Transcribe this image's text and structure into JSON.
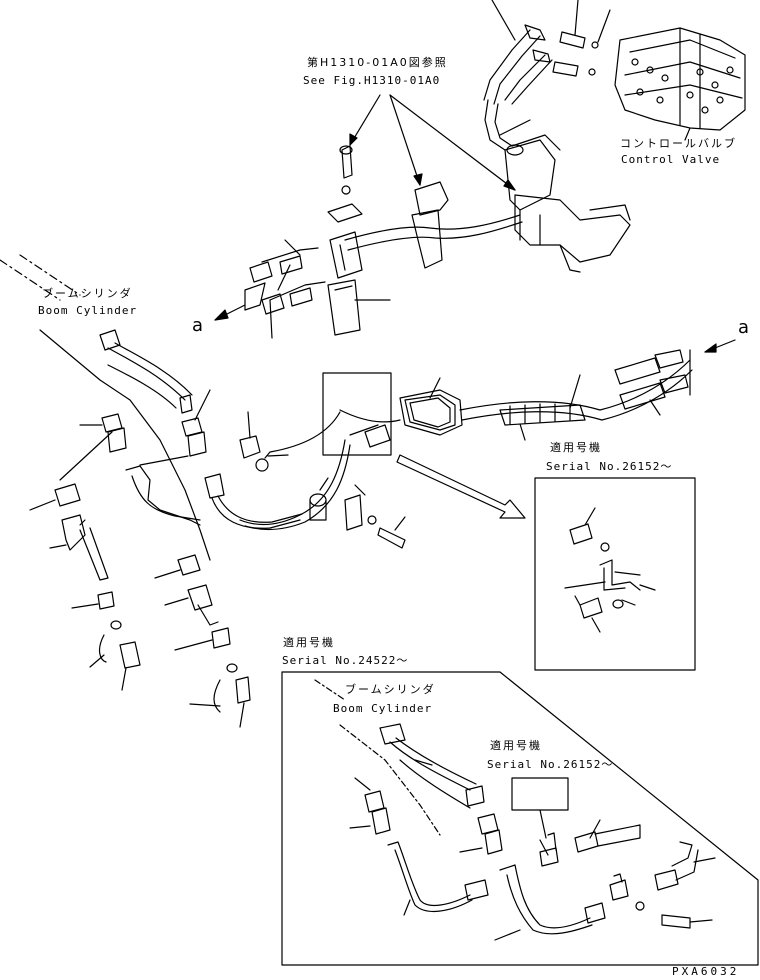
{
  "figure": {
    "ref_note_jp": "第H1310-01A0図参照",
    "ref_note_en": "See Fig.H1310-01A0",
    "control_valve_jp": "コントロールバルブ",
    "control_valve_en": "Control Valve",
    "boom_cylinder_jp": "ブームシリンダ",
    "boom_cylinder_en": "Boom Cylinder",
    "arrow_label_left": "a",
    "arrow_label_right": "a",
    "figure_code": "PXA6032"
  },
  "inset_upper": {
    "applicable_jp": "適用号機",
    "serial": "Serial No.26152～"
  },
  "inset_lower": {
    "applicable_jp": "適用号機",
    "serial": "Serial No.24522～",
    "boom_cylinder_jp": "ブームシリンダ",
    "boom_cylinder_en": "Boom Cylinder",
    "sub_applicable_jp": "適用号機",
    "sub_serial": "Serial No.26152～"
  }
}
